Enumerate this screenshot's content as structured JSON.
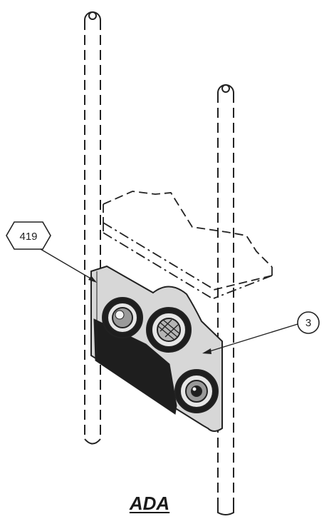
{
  "callouts": {
    "part_419": "419",
    "part_3": "3"
  },
  "caption": "ADA",
  "colors": {
    "line": "#222222",
    "panel_fill": "#d7d7d7",
    "dark_fill": "#1e1e1e",
    "background": "#ffffff"
  }
}
